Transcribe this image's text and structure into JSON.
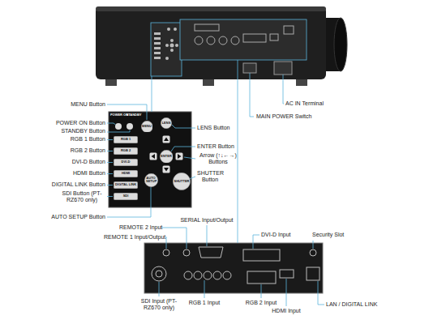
{
  "diagram": {
    "nodes": [
      {
        "text": [
          "MENU"
        ]
      },
      {
        "text": [
          "LENS"
        ]
      },
      {
        "text": [
          "RGB 1"
        ]
      },
      {
        "text": [
          "RGB 2"
        ]
      },
      {
        "text": [
          "DVI-D"
        ]
      },
      {
        "text": [
          "HDMI"
        ]
      },
      {
        "text": [
          "DIGITAL LINK"
        ]
      },
      {
        "text": [
          "SDI"
        ]
      },
      {
        "text": [
          "AUTO SETUP"
        ]
      },
      {
        "text": [
          "ENTER"
        ]
      },
      {
        "text": [
          "SHUTTER"
        ]
      }
    ],
    "labels": [
      "AC IN Terminal",
      "MAIN POWER Switch",
      "MENU Button",
      "POWER ON Button",
      "STANDBY Button",
      "RGB 1 Button",
      "RGB 2 Button",
      "DVI-D Button",
      "HDMI Button",
      "DIGITAL LINK Button",
      "SDI Button (PT-RZ670 only)",
      "AUTO SETUP Button",
      "LENS Button",
      "ENTER Button",
      "Arrow (↑↓←→) Buttons",
      "SHUTTER Button",
      "POWER ON",
      "STANDBY",
      "SERIAL Input/Output",
      "REMOTE 2 Input",
      "REMOTE 1 Input/Output",
      "DVI-D Input",
      "Security Slot",
      "SDI Input (PT-RZ670 only)",
      "RGB 1 Input",
      "RGB 2 Input",
      "HDMI Input",
      "LAN / DIGITAL LINK"
    ]
  }
}
